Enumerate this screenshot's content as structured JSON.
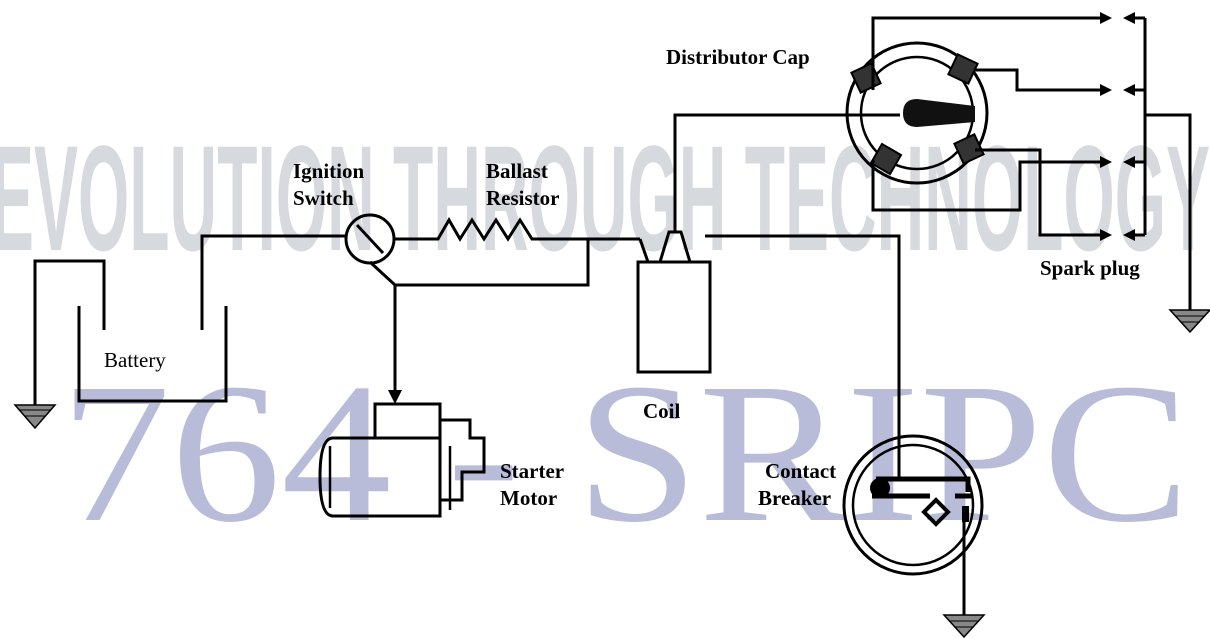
{
  "watermark": {
    "line1": "EVOLUTION THROUGH TECHNOLOGY",
    "line2": "764 - SRIPC"
  },
  "labels": {
    "battery": "Battery",
    "ignition_switch_line1": "Ignition",
    "ignition_switch_line2": "Switch",
    "ballast_line1": "Ballast",
    "ballast_line2": "Resistor",
    "coil": "Coil",
    "starter_line1": "Starter",
    "starter_line2": "Motor",
    "contact_line1": "Contact",
    "contact_line2": "Breaker",
    "distributor_cap": "Distributor Cap",
    "spark_plug": "Spark plug"
  },
  "colors": {
    "wire": "#000000",
    "watermark_light": "#d6d9dd",
    "watermark_blue": "#b9bcd9"
  }
}
